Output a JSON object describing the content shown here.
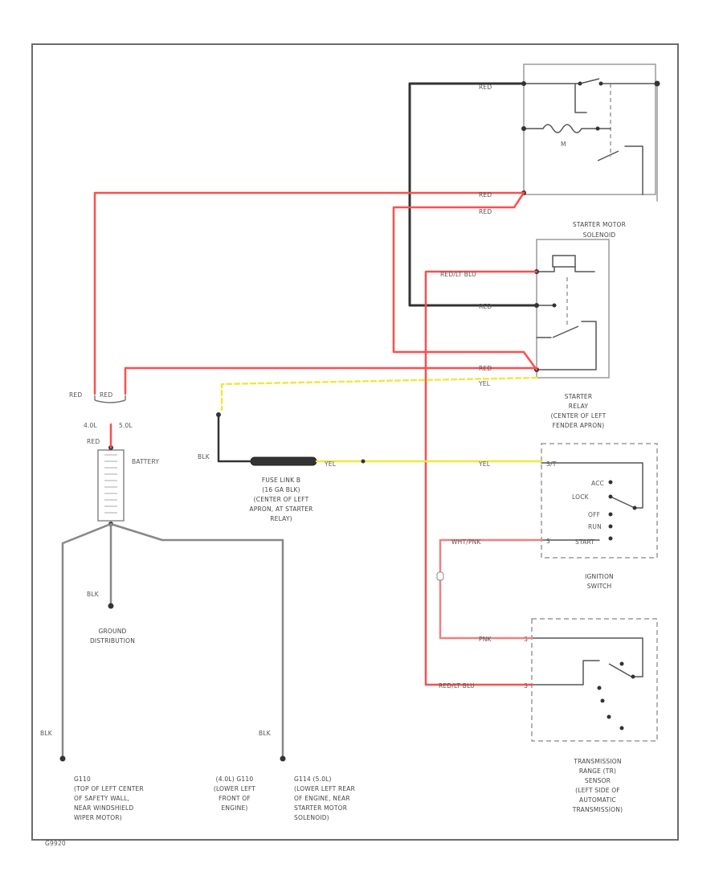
{
  "labels": {
    "red_top": "RED",
    "red_solenoid_1": "RED",
    "red_solenoid_2": "RED",
    "red_blu_relay": "RED/LT BLU",
    "red_relay_mid": "RED",
    "red_relay_low": "RED",
    "yel_relay": "YEL",
    "red_bat_left": "RED",
    "red_bat_right": "RED",
    "engine_40": "4.0L",
    "engine_50": "5.0L",
    "red_bat_down": "RED",
    "battery": "BATTERY",
    "blk_fuse": "BLK",
    "yel_fuse": "YEL",
    "yel_ign": "YEL",
    "wht_pnk": "WHT/PNK",
    "pnk_range": "PNK",
    "red_blu_range": "RED/LT BLU",
    "blk_ground": "BLK",
    "blk_left": "BLK",
    "blk_mid": "BLK",
    "ignition_positions": [
      "ACC",
      "LOCK",
      "OFF",
      "RUN",
      "START"
    ],
    "pin_st_ign": "S/T",
    "pin_ign_start": "S",
    "pin_s_range": "S",
    "pin_range_lower": "S"
  },
  "captions": {
    "starter_solenoid": [
      "STARTER MOTOR",
      "SOLENOID"
    ],
    "starter_relay": [
      "STARTER",
      "RELAY",
      "(CENTER OF LEFT",
      "FENDER APRON)"
    ],
    "fuse_link": [
      "FUSE LINK B",
      "(16 GA BLK)",
      "(CENTER OF LEFT",
      "APRON, AT STARTER",
      "RELAY)"
    ],
    "ignition_switch": [
      "IGNITION",
      "SWITCH"
    ],
    "ground_distribution": [
      "GROUND",
      "DISTRIBUTION"
    ],
    "transmission_sensor": [
      "TRANSMISSION",
      "RANGE (TR)",
      "SENSOR",
      "(LEFT SIDE OF",
      "AUTOMATIC",
      "TRANSMISSION)"
    ],
    "ground_left": [
      "G110",
      "(TOP OF LEFT CENTER",
      "OF SAFETY WALL,",
      "NEAR WINDSHIELD",
      "WIPER MOTOR)"
    ],
    "ground_mid": [
      "(4.0L) G110",
      "(LOWER LEFT",
      "FRONT OF",
      "ENGINE)"
    ],
    "ground_right": [
      "G114 (5.0L)",
      "(LOWER LEFT REAR",
      "OF ENGINE, NEAR",
      "STARTER MOTOR",
      "SOLENOID)"
    ]
  },
  "footer": {
    "code": "G9920"
  },
  "colors": {
    "red_wire": "#ff4d4d",
    "pink_wire": "#f08080",
    "yellow_wire": "#f0e840",
    "black_wire": "#333333",
    "gray_wire": "#8a8a8a",
    "frame": "#6b6b6b"
  }
}
